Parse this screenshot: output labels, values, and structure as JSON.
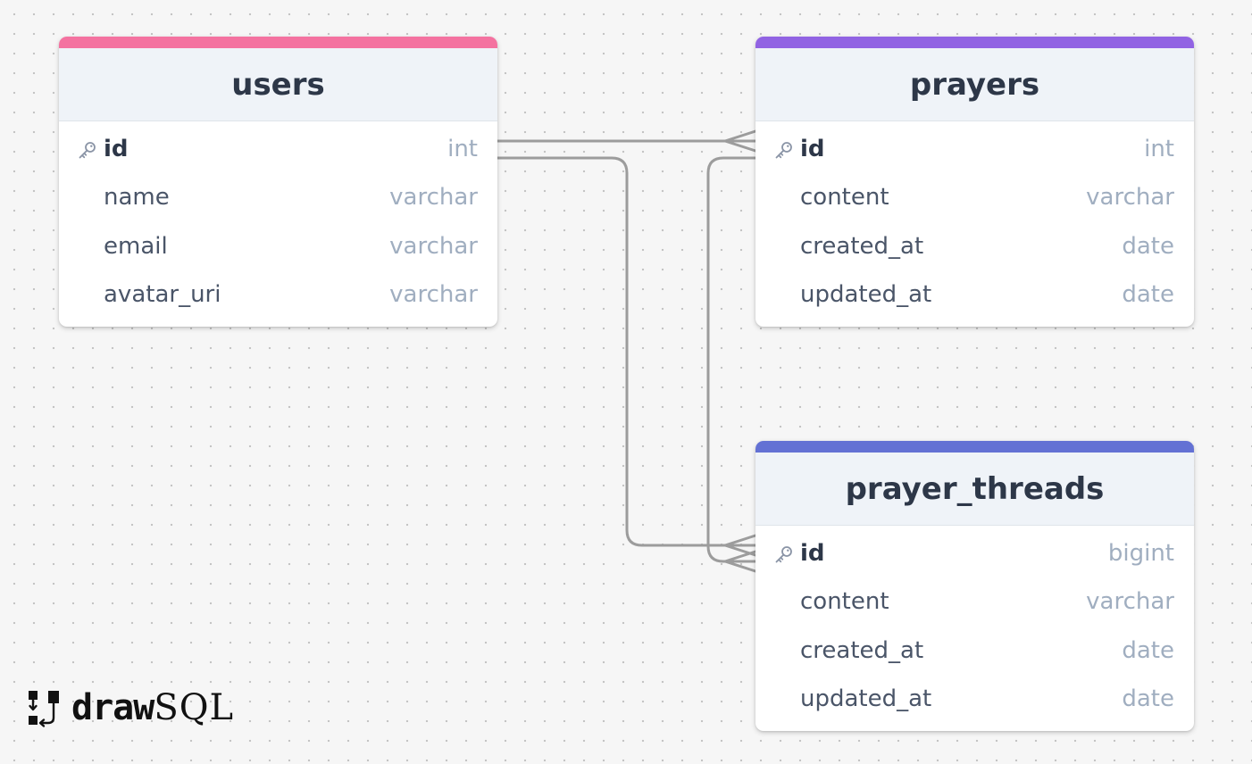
{
  "tables": {
    "users": {
      "name": "users",
      "accent": "#f472a0",
      "columns": [
        {
          "name": "id",
          "type": "int",
          "pk": true
        },
        {
          "name": "name",
          "type": "varchar"
        },
        {
          "name": "email",
          "type": "varchar"
        },
        {
          "name": "avatar_uri",
          "type": "varchar"
        }
      ]
    },
    "prayers": {
      "name": "prayers",
      "accent": "#9163e3",
      "columns": [
        {
          "name": "id",
          "type": "int",
          "pk": true
        },
        {
          "name": "content",
          "type": "varchar"
        },
        {
          "name": "created_at",
          "type": "date"
        },
        {
          "name": "updated_at",
          "type": "date"
        }
      ]
    },
    "prayer_threads": {
      "name": "prayer_threads",
      "accent": "#6371d4",
      "columns": [
        {
          "name": "id",
          "type": "bigint",
          "pk": true
        },
        {
          "name": "content",
          "type": "varchar"
        },
        {
          "name": "created_at",
          "type": "date"
        },
        {
          "name": "updated_at",
          "type": "date"
        }
      ]
    }
  },
  "relations": [
    {
      "from": "users",
      "to": "prayers",
      "cardinality": "one-to-many"
    },
    {
      "from": "users",
      "to": "prayer_threads",
      "cardinality": "one-to-many"
    },
    {
      "from": "prayers",
      "to": "prayer_threads",
      "cardinality": "one-to-many"
    }
  ],
  "logo": {
    "part1": "draw",
    "part2": "SQL"
  },
  "colors": {
    "line": "#9c9c9c",
    "background": "#f6f6f6"
  }
}
